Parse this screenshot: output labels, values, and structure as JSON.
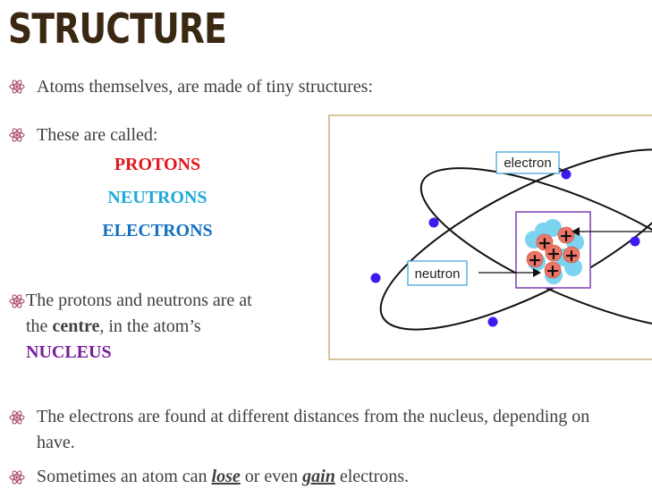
{
  "title": "STRUCTURE",
  "bullet1": "Atoms themselves, are made of tiny structures:",
  "bullet2": "These are called:",
  "particles": {
    "protons": "PROTONS",
    "neutrons": "NEUTRONS",
    "electrons": "ELECTRONS"
  },
  "bullet3": {
    "line1": "The protons and neutrons are at",
    "line2_pre": "the ",
    "line2_bold": "centre",
    "line2_post": ", in the atom’s",
    "line3": "NUCLEUS"
  },
  "bullet4": {
    "line1": "The electrons are found at different distances from the nucleus, depending on",
    "line2": "have."
  },
  "bullet5": {
    "pre": "Sometimes an atom can ",
    "lose": "lose",
    "mid": " or even ",
    "gain": "gain",
    "post": " electrons."
  },
  "diagram": {
    "electron_label": "electron",
    "neutron_label": "neutron",
    "proton_symbol": "+"
  },
  "colors": {
    "title": "#3a2812",
    "protons": "#e3161c",
    "neutrons": "#1ea8d8",
    "electrons": "#1470c0",
    "nucleus": "#7a1d9a",
    "electron_dot": "#3a1cf0"
  },
  "icons": {
    "bullet": "atom-icon"
  }
}
